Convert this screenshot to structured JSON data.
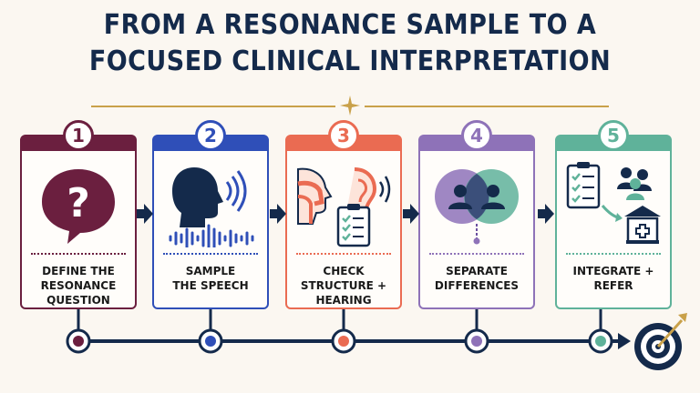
{
  "title": {
    "line1": "FROM A RESONANCE SAMPLE TO A",
    "line2": "FOCUSED CLINICAL INTERPRETATION"
  },
  "colors": {
    "navy": "#142a4b",
    "gold": "#c9a14a",
    "background": "#fbf7f1"
  },
  "steps": [
    {
      "number": "1",
      "label": "DEFINE THE\nRESONANCE\nQUESTION",
      "color": "#6b1f3f",
      "icon": "question-bubble-icon"
    },
    {
      "number": "2",
      "label": "SAMPLE\nTHE SPEECH",
      "color": "#2f4fb8",
      "icon": "speaking-head-waveform-icon"
    },
    {
      "number": "3",
      "label": "CHECK\nSTRUCTURE +\nHEARING",
      "color": "#ea6b52",
      "icon": "anatomy-ear-checklist-icon"
    },
    {
      "number": "4",
      "label": "SEPARATE\nDIFFERENCES",
      "color": "#8e72b8",
      "icon": "overlapping-people-venn-icon"
    },
    {
      "number": "5",
      "label": "INTEGRATE +\nREFER",
      "color": "#5fb29a",
      "icon": "checklist-clinic-referral-icon"
    }
  ],
  "goal_icon": "target-bullseye-icon"
}
